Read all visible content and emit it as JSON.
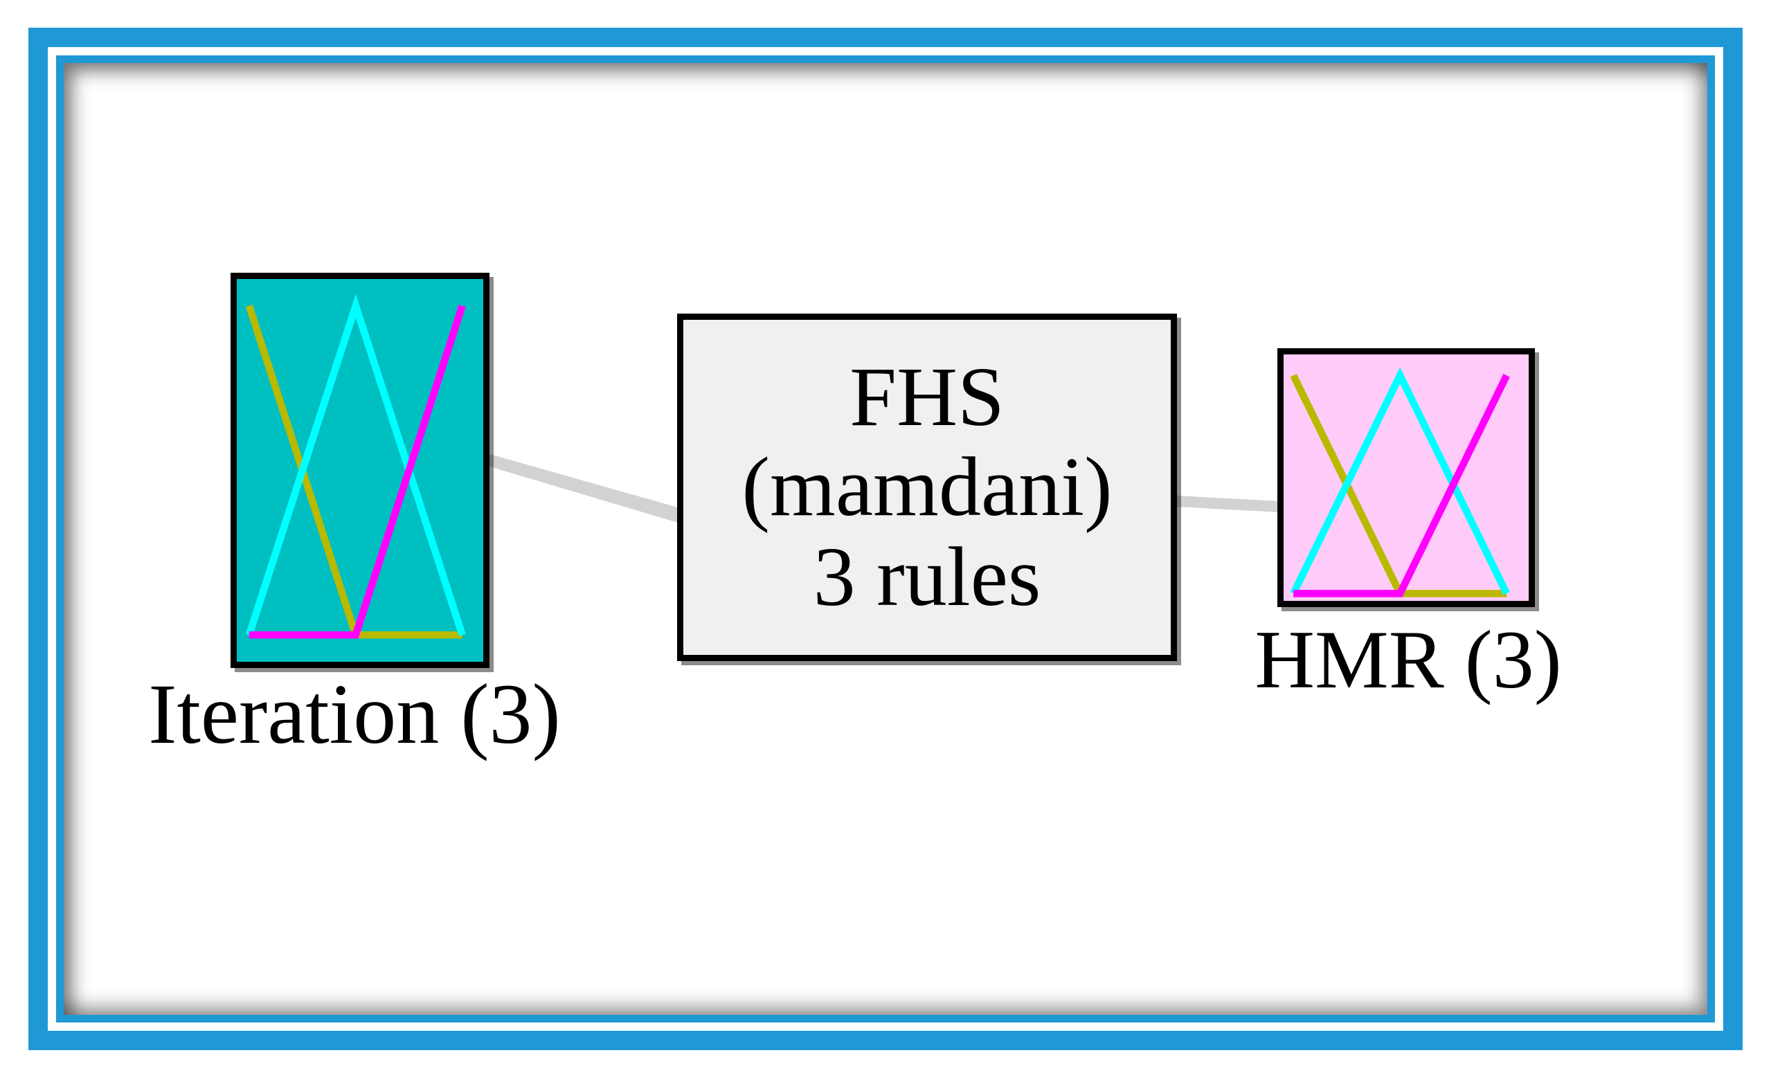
{
  "colors": {
    "canvas_bg": "#ffffff",
    "frame_blue": "#2098d5",
    "box_border": "#000000",
    "input_bg": "#00bfc0",
    "process_bg": "#f0f0f0",
    "output_bg": "#ffccfa",
    "connector_gray": "#d2d2d2",
    "label_text": "#000000"
  },
  "nodes": {
    "input": {
      "label": "Iteration (3)",
      "mf_count": 3
    },
    "process": {
      "lines": [
        "FHS",
        "(mamdani)",
        "3 rules"
      ]
    },
    "output": {
      "label": "HMR (3)",
      "mf_count": 3
    }
  },
  "membership_functions": [
    {
      "name": "mf-left-shoulder",
      "color": "#b9b900",
      "points": [
        [
          0,
          1
        ],
        [
          0.5,
          0
        ],
        [
          1,
          0
        ]
      ]
    },
    {
      "name": "mf-center-triangle",
      "color": "#00ffff",
      "points": [
        [
          0,
          0
        ],
        [
          0.5,
          1
        ],
        [
          1,
          0
        ]
      ]
    },
    {
      "name": "mf-right-shoulder",
      "color": "#ff00ff",
      "points": [
        [
          0,
          0
        ],
        [
          0.5,
          0
        ],
        [
          1,
          1
        ]
      ]
    }
  ]
}
